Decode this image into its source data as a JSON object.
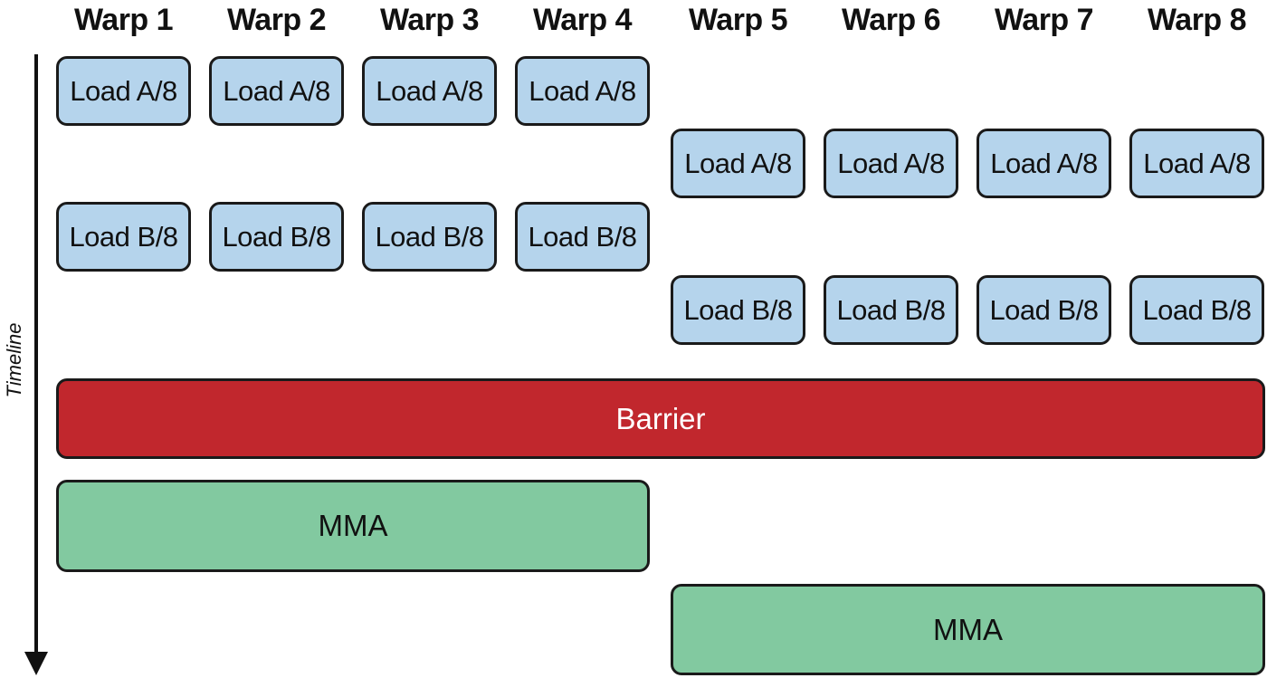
{
  "warps": [
    "Warp 1",
    "Warp 2",
    "Warp 3",
    "Warp 4",
    "Warp 5",
    "Warp 6",
    "Warp 7",
    "Warp 8"
  ],
  "timeline_label": "Timeline",
  "colors": {
    "load": "#b5d4ec",
    "barrier": "#c1272d",
    "mma": "#82c9a0",
    "border": "#1a1a1a"
  },
  "steps": [
    {
      "label": "Load A/8",
      "kind": "load",
      "warps": [
        1,
        2,
        3,
        4
      ]
    },
    {
      "label": "Load A/8",
      "kind": "load",
      "warps": [
        5,
        6,
        7,
        8
      ]
    },
    {
      "label": "Load B/8",
      "kind": "load",
      "warps": [
        1,
        2,
        3,
        4
      ]
    },
    {
      "label": "Load B/8",
      "kind": "load",
      "warps": [
        5,
        6,
        7,
        8
      ]
    },
    {
      "label": "Barrier",
      "kind": "barrier",
      "warps": [
        1,
        2,
        3,
        4,
        5,
        6,
        7,
        8
      ],
      "merged": true
    },
    {
      "label": "MMA",
      "kind": "mma",
      "warps": [
        1,
        2,
        3,
        4
      ],
      "merged": true
    },
    {
      "label": "MMA",
      "kind": "mma",
      "warps": [
        5,
        6,
        7,
        8
      ],
      "merged": true
    }
  ]
}
